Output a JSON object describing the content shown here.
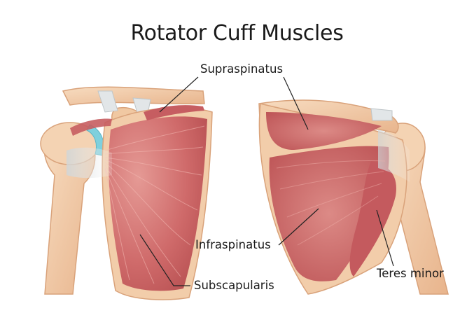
{
  "title": "Rotator Cuff Muscles",
  "labels": {
    "supraspinatus": "Supraspinatus",
    "infraspinatus": "Infraspinatus",
    "subscapularis": "Subscapularis",
    "teres_minor": "Teres minor"
  },
  "colors": {
    "bone": "#f2cdaa",
    "bone_edge": "#d9a27a",
    "muscle": "#cf6a6a",
    "muscle_dark": "#b84b4e",
    "tendon": "#e4e4e4",
    "cartilage": "#7fd0dd",
    "line": "#222222"
  }
}
